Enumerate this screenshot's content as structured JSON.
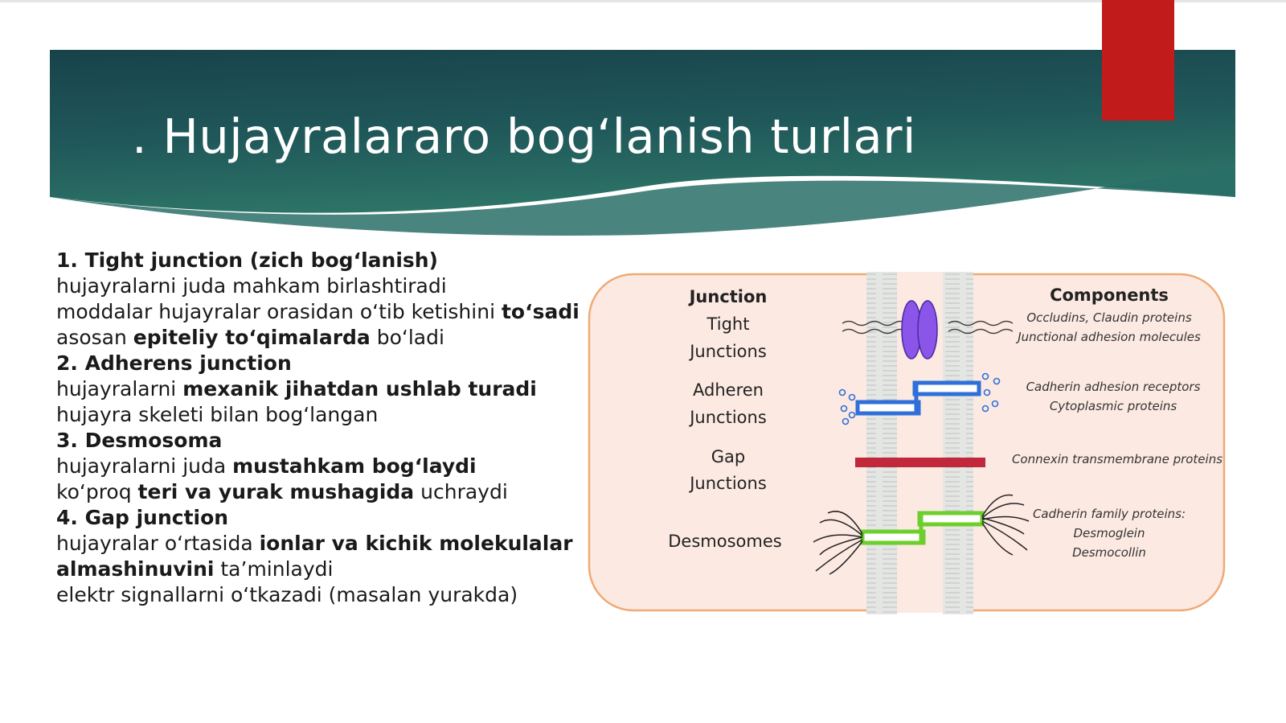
{
  "slide": {
    "title": ". Hujayralararo bog‘lanish turlari"
  },
  "colors": {
    "banner_dark": "#17434a",
    "banner_mid": "#2a6f67",
    "accent_red": "#c11b1b",
    "diagram_bg": "#fce9e2",
    "diagram_border": "#efaa76"
  },
  "sections": [
    {
      "heading": "1. Tight junction (zich bog‘lanish)",
      "lines": [
        {
          "pre": "hujayralarni juda mahkam birlashtiradi",
          "bold": "",
          "post": ""
        },
        {
          "pre": "moddalar hujayralar orasidan o‘tib ketishini ",
          "bold": "to‘sadi",
          "post": ""
        },
        {
          "pre": "asosan ",
          "bold": "epiteliy to‘qimalarda",
          "post": " bo‘ladi"
        }
      ]
    },
    {
      "heading": "2. Adherens junction",
      "lines": [
        {
          "pre": "hujayralarni ",
          "bold": "mexanik jihatdan ushlab turadi",
          "post": ""
        },
        {
          "pre": "hujayra skeleti bilan bog‘langan",
          "bold": "",
          "post": ""
        }
      ]
    },
    {
      "heading": "3. Desmosoma",
      "lines": [
        {
          "pre": "hujayralarni juda ",
          "bold": "mustahkam bog‘laydi",
          "post": ""
        },
        {
          "pre": "ko‘proq ",
          "bold": "teri va yurak mushagida",
          "post": " uchraydi"
        }
      ]
    },
    {
      "heading": "4. Gap junction",
      "lines": [
        {
          "pre": "hujayralar o‘rtasida ",
          "bold": "ionlar va kichik molekulalar",
          "post": ""
        },
        {
          "pre": "",
          "bold": "almashinuvini",
          "post": " ta’minlaydi"
        },
        {
          "pre": "elektr signallarni o‘tkazadi (masalan yurakda)",
          "bold": "",
          "post": ""
        }
      ]
    }
  ],
  "diagram": {
    "col_junction": "Junction",
    "col_components": "Components",
    "rows": {
      "tight": {
        "label1": "Tight",
        "label2": "Junctions",
        "comp1": "Occludins, Claudin proteins",
        "comp2": "Junctional adhesion molecules"
      },
      "adheren": {
        "label1": "Adheren",
        "label2": "Junctions",
        "comp1": "Cadherin adhesion receptors",
        "comp2": "Cytoplasmic proteins"
      },
      "gap": {
        "label1": "Gap",
        "label2": "Junctions",
        "comp1": "Connexin transmembrane proteins"
      },
      "desmo": {
        "label1": "Desmosomes",
        "comp1": "Cadherin family proteins:",
        "comp2": "Desmoglein",
        "comp3": "Desmocollin"
      }
    }
  }
}
